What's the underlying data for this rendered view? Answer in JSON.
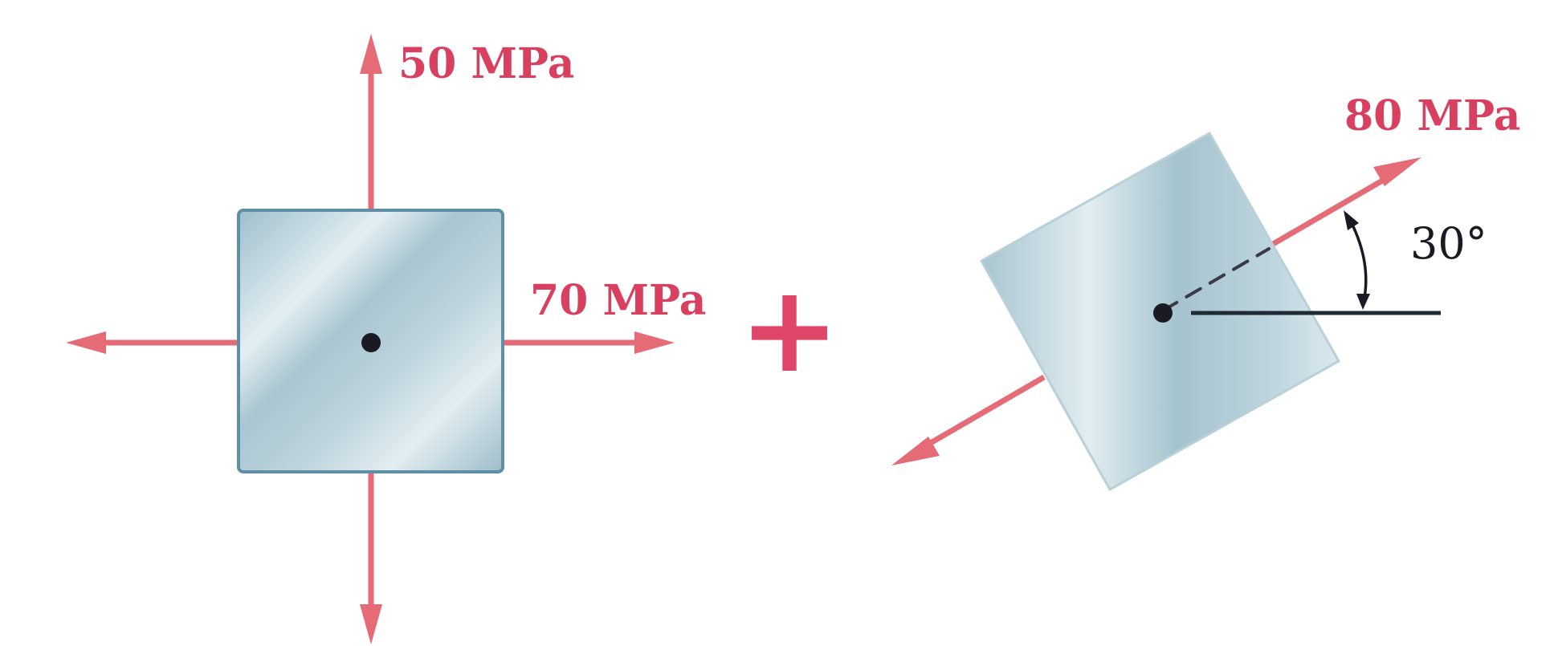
{
  "element_1": {
    "stresses": {
      "vertical_label": "50 MPa",
      "horizontal_label": "70 MPa"
    }
  },
  "operator": "+",
  "element_2": {
    "stress_label": "80 MPa",
    "angle_label": "30°"
  },
  "colors": {
    "arrow": "#e56b77",
    "label": "#d9405f",
    "plus": "#e0456a",
    "element_fill": "#a9c6d1",
    "element_edge": "#5f8fa4",
    "ink": "#1a1a24"
  }
}
